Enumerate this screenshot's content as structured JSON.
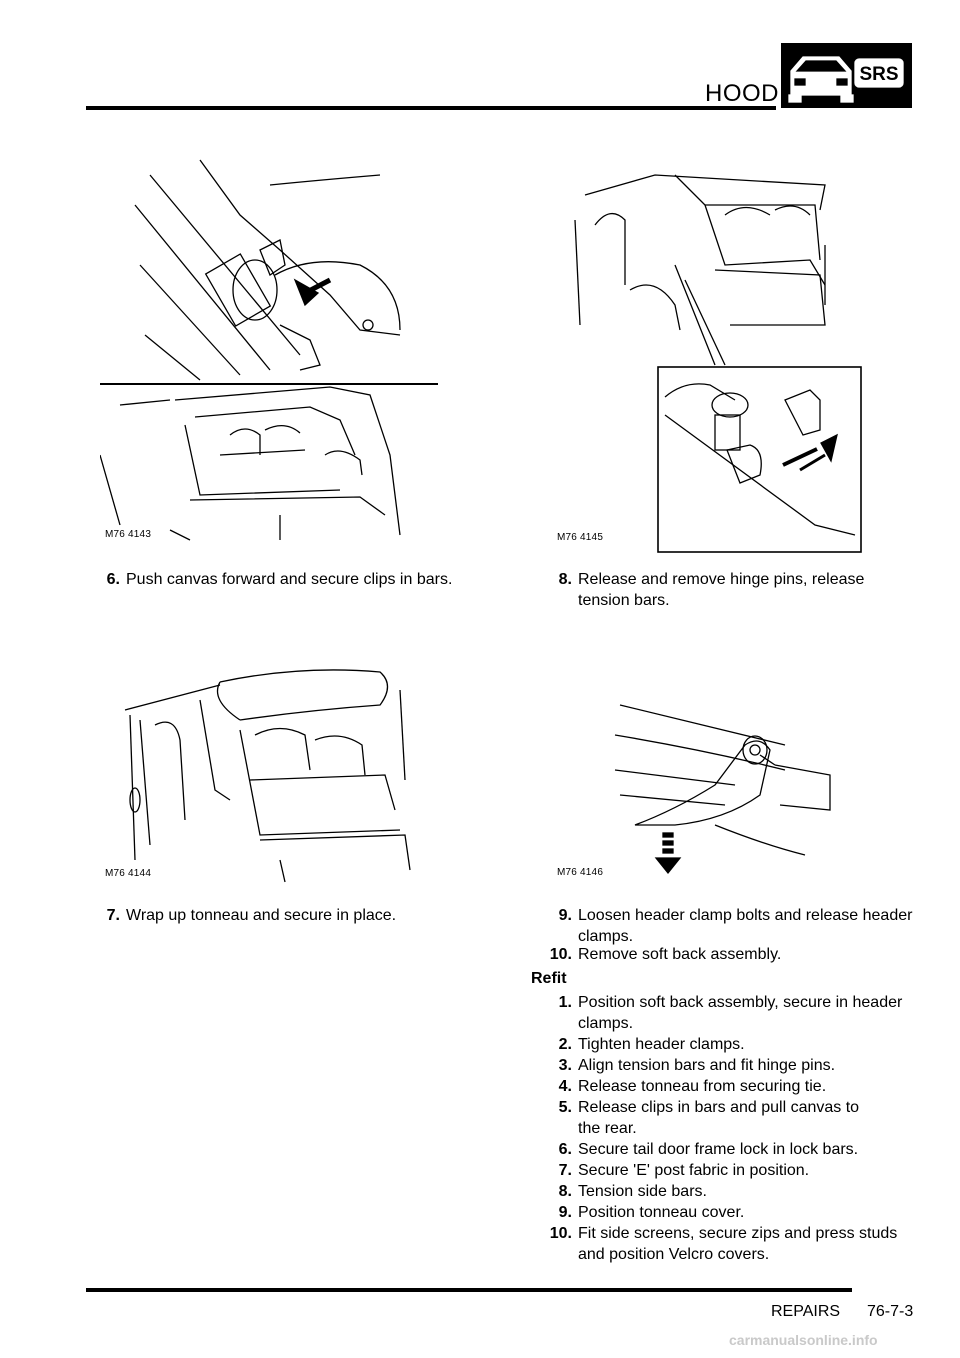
{
  "header": {
    "title": "HOOD",
    "badge_text": "SRS"
  },
  "figures": {
    "fig1_label": "M76 4143",
    "fig2_label": "M76 4145",
    "fig3_label": "M76 4144",
    "fig4_label": "M76 4146"
  },
  "steps_left": [
    {
      "num": "6.",
      "text": "Push canvas forward and secure clips in bars."
    },
    {
      "num": "7.",
      "text": "Wrap up tonneau and secure in place."
    }
  ],
  "steps_right": [
    {
      "num": "8.",
      "text": "Release and remove hinge pins, release tension bars."
    },
    {
      "num": "9.",
      "text": "Loosen header clamp bolts and release header clamps."
    },
    {
      "num": "10.",
      "text": "Remove soft back assembly."
    }
  ],
  "refit": {
    "heading": "Refit",
    "steps": [
      {
        "num": "1.",
        "text": "Position soft back assembly, secure in header clamps."
      },
      {
        "num": "2.",
        "text": "Tighten header clamps."
      },
      {
        "num": "3.",
        "text": "Align tension bars and fit hinge pins."
      },
      {
        "num": "4.",
        "text": "Release tonneau from securing tie."
      },
      {
        "num": "5.",
        "text": "Release clips in bars and pull canvas to the rear."
      },
      {
        "num": "6.",
        "text": "Secure tail door frame lock in lock bars."
      },
      {
        "num": "7.",
        "text": "Secure 'E' post fabric in position."
      },
      {
        "num": "8.",
        "text": "Tension side bars."
      },
      {
        "num": "9.",
        "text": "Position tonneau cover."
      },
      {
        "num": "10.",
        "text": "Fit side screens, secure zips and press studs and position Velcro covers."
      }
    ]
  },
  "footer": {
    "section": "REPAIRS",
    "page": "76-7-3",
    "watermark": "carmanualsonline.info"
  },
  "colors": {
    "ink": "#000000",
    "watermark": "#c9c9c9"
  }
}
